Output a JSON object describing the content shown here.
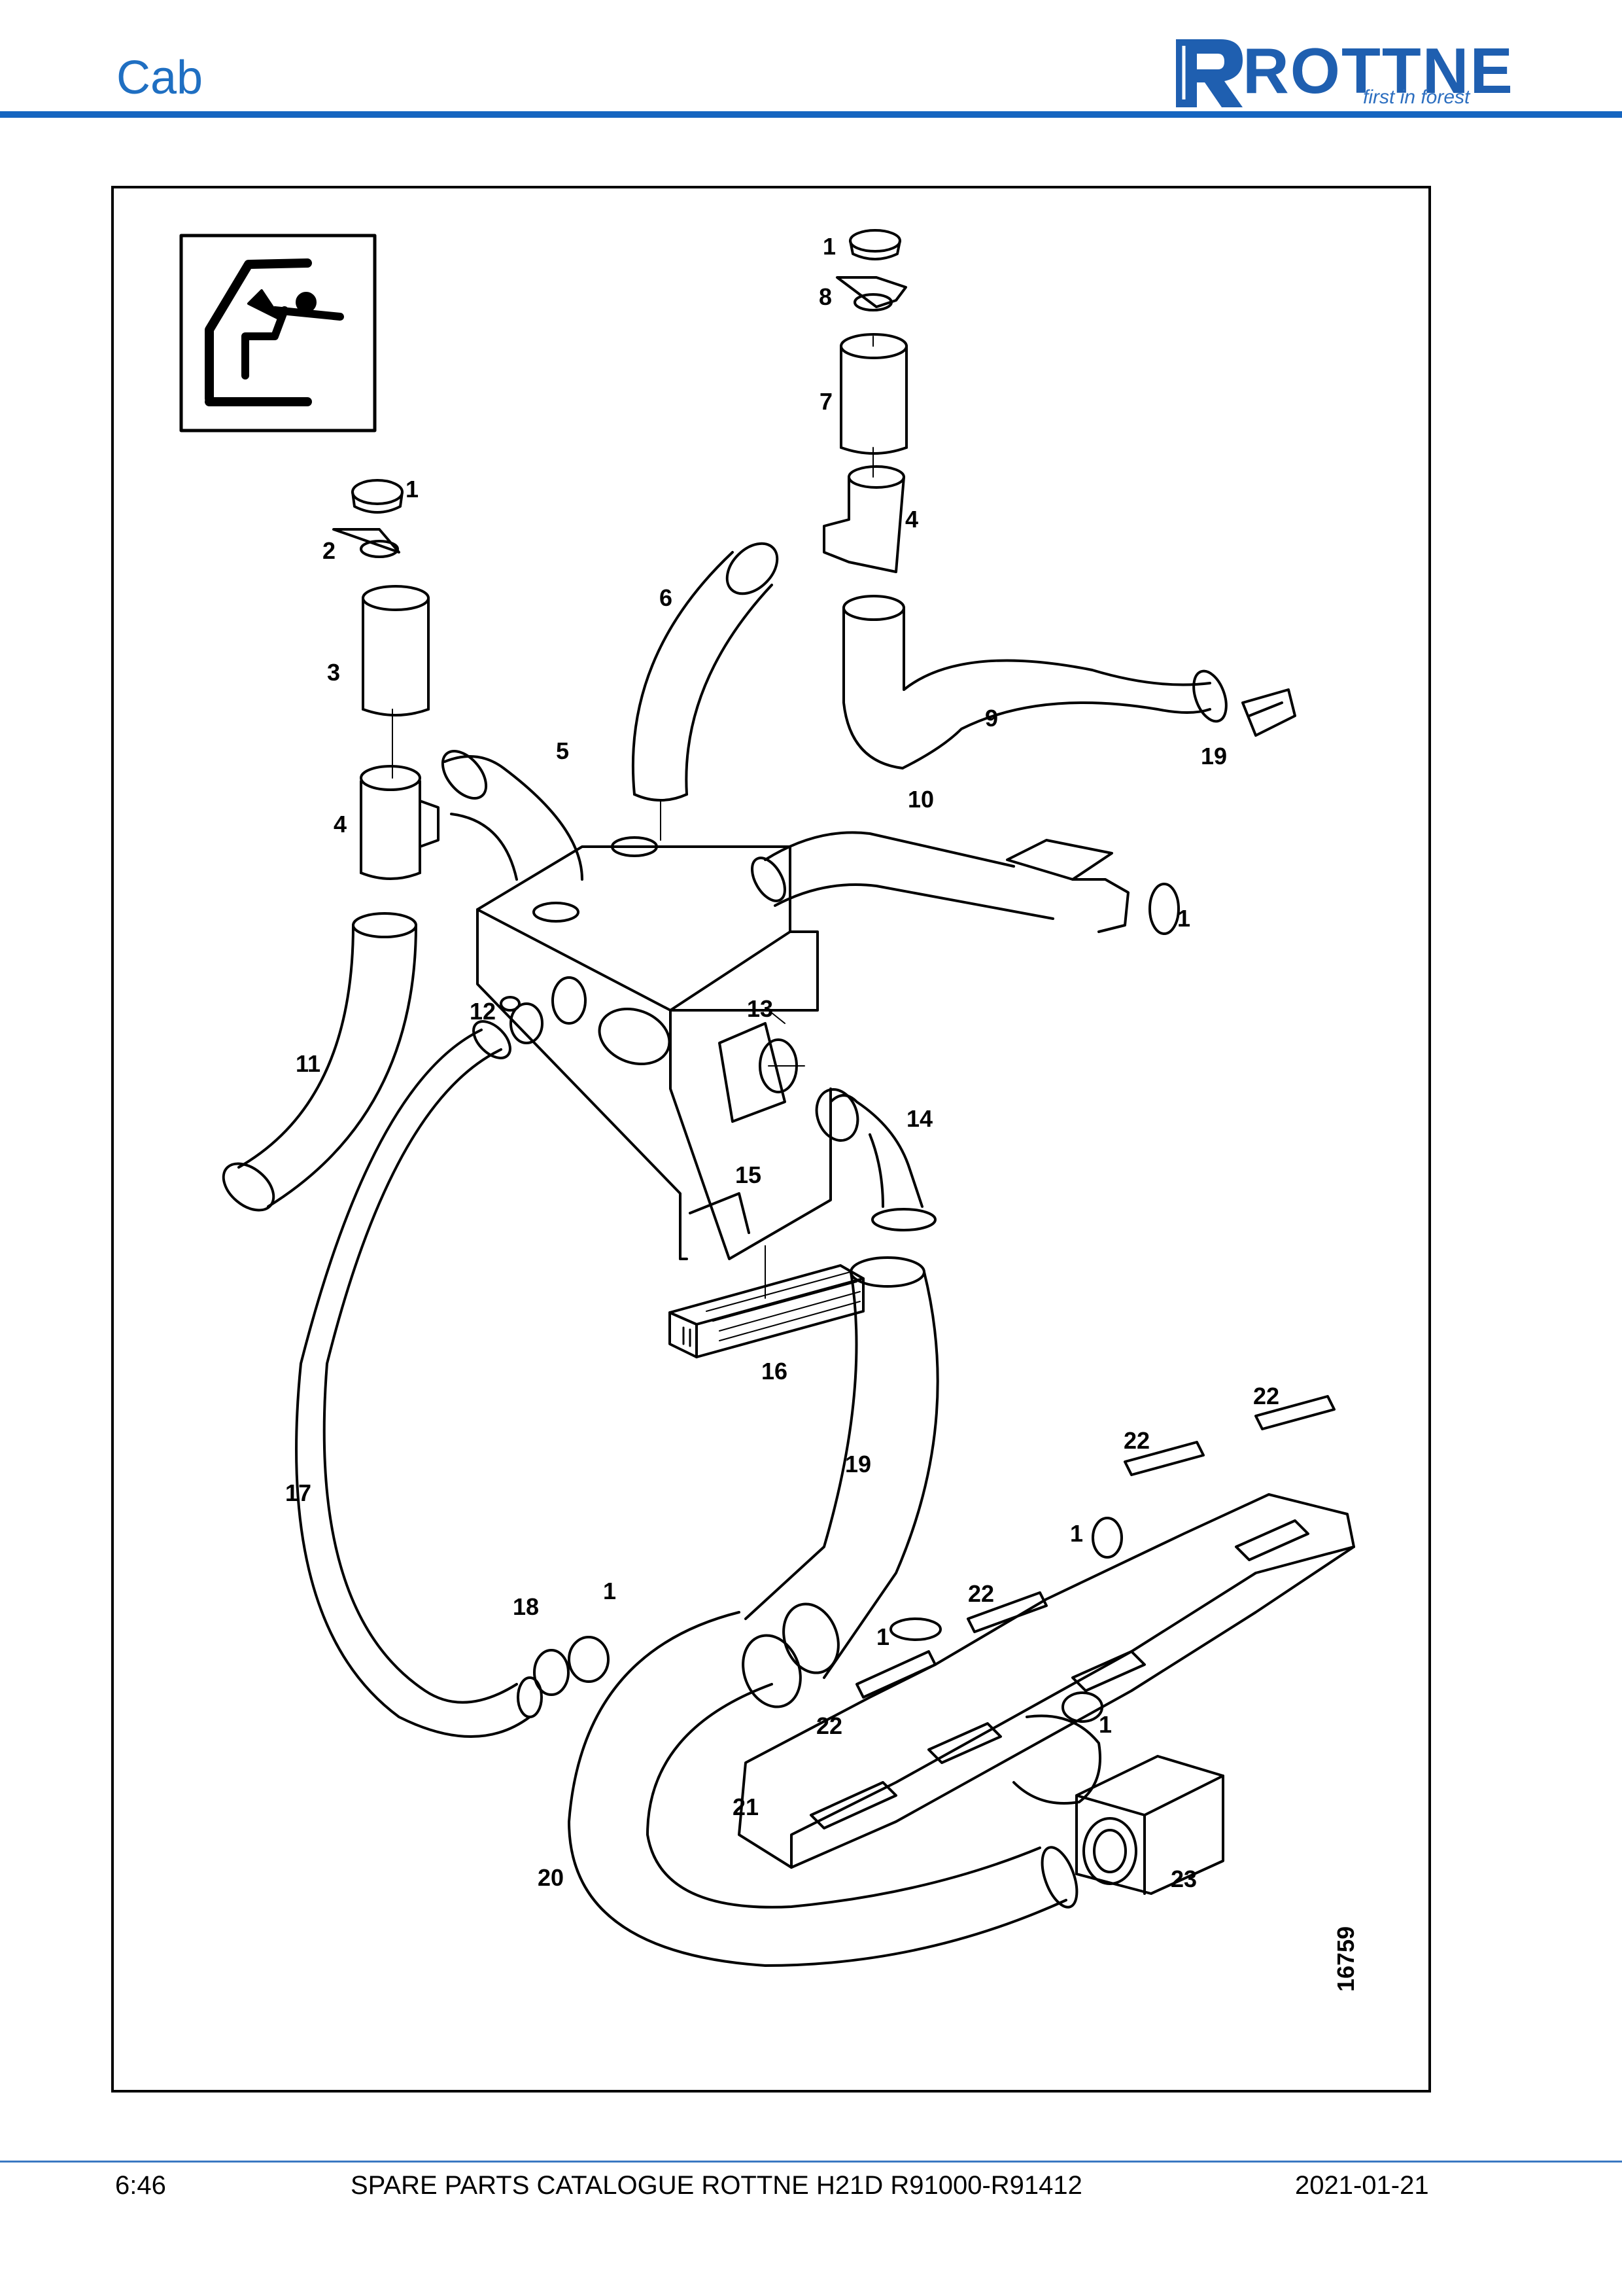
{
  "header": {
    "section_title": "Cab",
    "brand_name": "ROTTNE",
    "brand_slogan": "first in forest",
    "brand_color": "#1f5fb0",
    "accent_color": "#1565c0"
  },
  "diagram": {
    "drawing_number": "16759",
    "icon": "cab-seat-icon",
    "callouts": [
      "1",
      "8",
      "7",
      "4",
      "1",
      "2",
      "6",
      "3",
      "9",
      "19",
      "5",
      "10",
      "4",
      "1",
      "12",
      "13",
      "11",
      "14",
      "15",
      "16",
      "19",
      "22",
      "22",
      "17",
      "1",
      "1",
      "22",
      "18",
      "1",
      "22",
      "1",
      "21",
      "20",
      "23"
    ]
  },
  "footer": {
    "page": "6:46",
    "catalogue": "SPARE PARTS CATALOGUE ROTTNE H21D R91000-R91412",
    "date": "2021-01-21"
  }
}
